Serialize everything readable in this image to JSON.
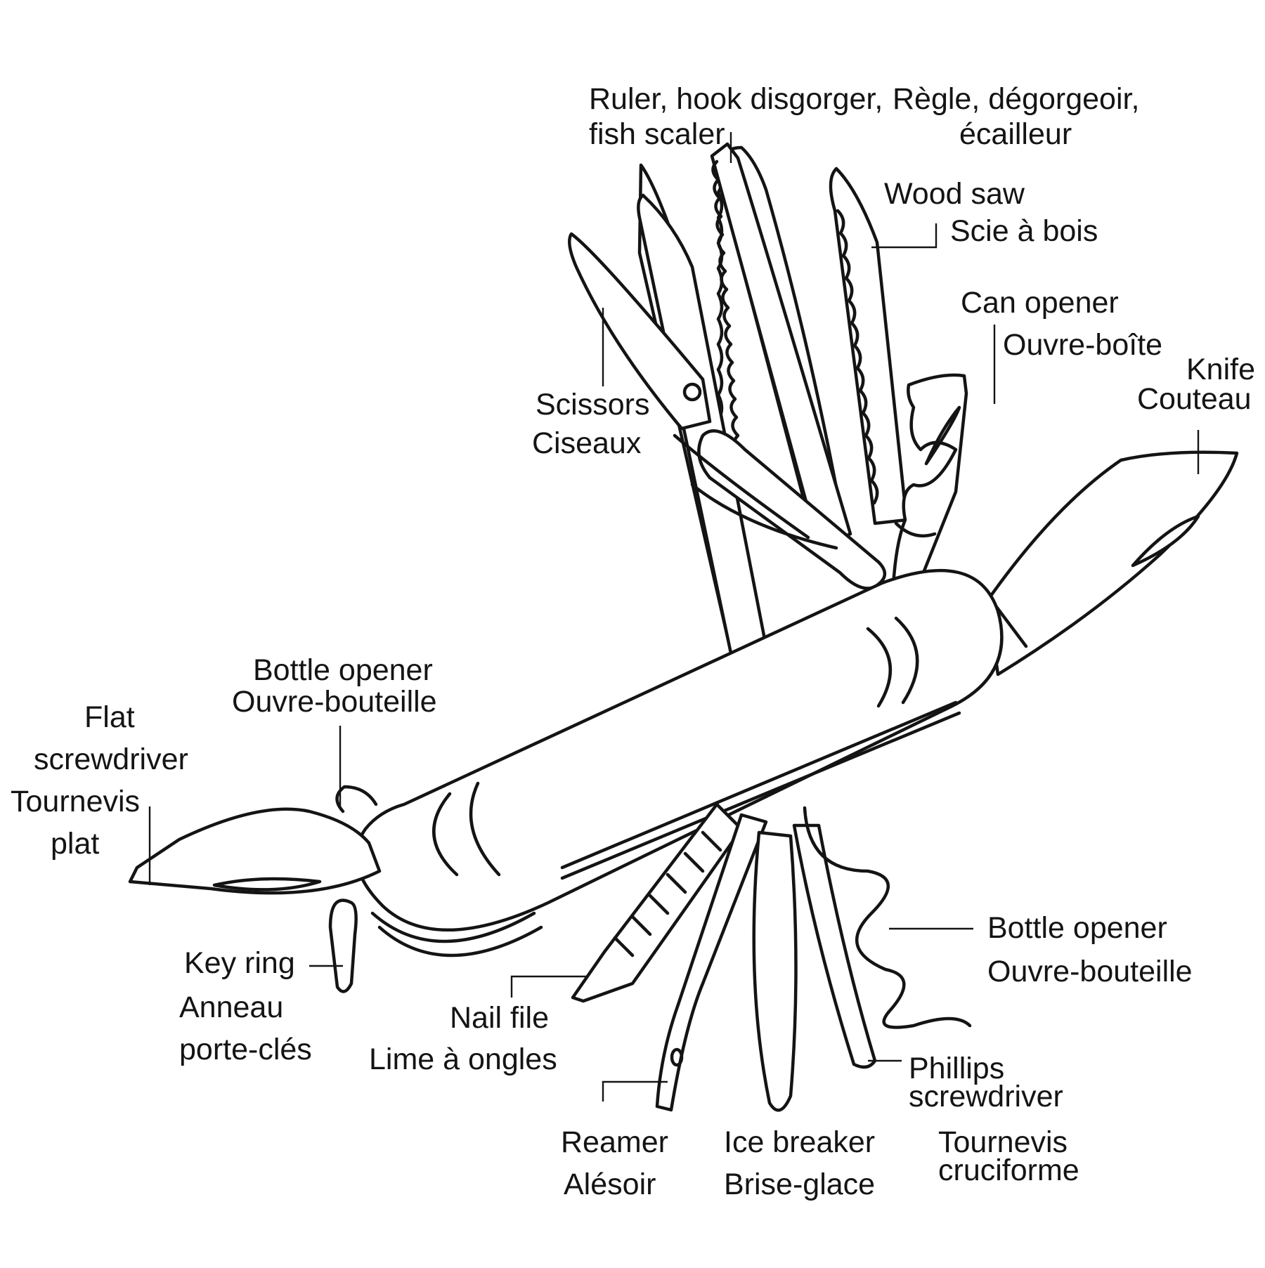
{
  "labels": {
    "ruler": {
      "line1": "Ruler, hook disgorger,",
      "line2": "fish scaler",
      "fr_line1": "Règle, dégorgeoir,",
      "fr_line2": "écailleur"
    },
    "wood_saw": {
      "en": "Wood saw",
      "fr": "Scie à bois"
    },
    "can_opener": {
      "en": "Can opener",
      "fr": "Ouvre-boîte"
    },
    "knife": {
      "en": "Knife",
      "fr": "Couteau"
    },
    "scissors": {
      "en": "Scissors",
      "fr": "Ciseaux"
    },
    "bottle_opener_top": {
      "en": "Bottle opener",
      "fr": "Ouvre-bouteille"
    },
    "flat_screwdriver": {
      "en1": "Flat",
      "en2": "screwdriver",
      "fr1": "Tournevis",
      "fr2": "plat"
    },
    "key_ring": {
      "en": "Key ring",
      "fr1": "Anneau",
      "fr2": "porte-clés"
    },
    "nail_file": {
      "en": "Nail file",
      "fr": "Lime à ongles"
    },
    "reamer": {
      "en": "Reamer",
      "fr": "Alésoir"
    },
    "ice_breaker": {
      "en": "Ice breaker",
      "fr": "Brise-glace"
    },
    "bottle_opener_right": {
      "en": "Bottle opener",
      "fr": "Ouvre-bouteille"
    },
    "phillips": {
      "en1": "Phillips",
      "en2": "screwdriver",
      "fr1": "Tournevis",
      "fr2": "cruciforme"
    }
  },
  "colors": {
    "line": "#141414",
    "background": "#ffffff"
  }
}
